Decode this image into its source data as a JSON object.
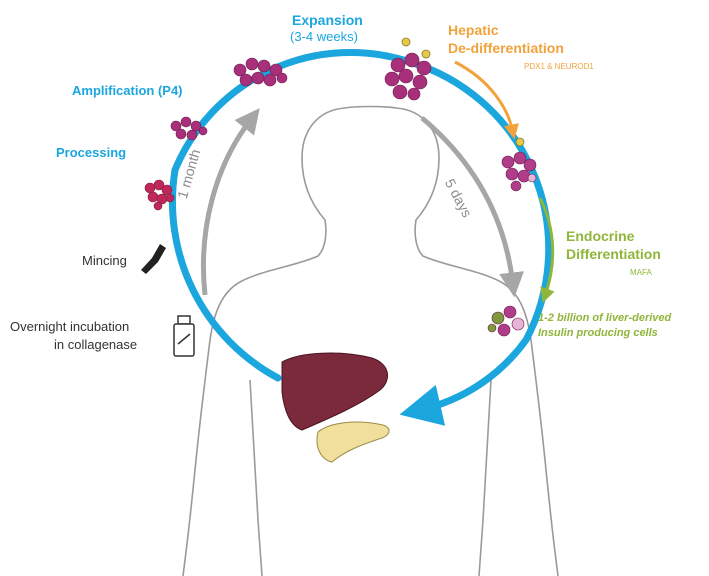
{
  "stages": {
    "expansion": {
      "title": "Expansion",
      "duration": "(3-4 weeks)"
    },
    "amplification": "Amplification (P4)",
    "processing": "Processing",
    "mincing": "Mincing",
    "incubation": {
      "line1": "Overnight incubation",
      "line2": "in collagenase"
    },
    "hepatic": {
      "line1": "Hepatic",
      "line2": "De-differentiation",
      "markers": "PDX1 & NEUROD1"
    },
    "endocrine": {
      "line1": "Endocrine",
      "line2": "Differentiation",
      "marker": "MAFA"
    },
    "result": {
      "line1": "1-2 billion of liver-derived",
      "line2": "Insulin producing cells"
    }
  },
  "timeline": {
    "left": "1 month",
    "right": "5 days"
  },
  "colors": {
    "cycle": "#1ba6de",
    "hepatic": "#f2a23a",
    "endocrine": "#8fb53a",
    "cells": "#a8307a",
    "inner_arrow": "#a6a6a6"
  }
}
